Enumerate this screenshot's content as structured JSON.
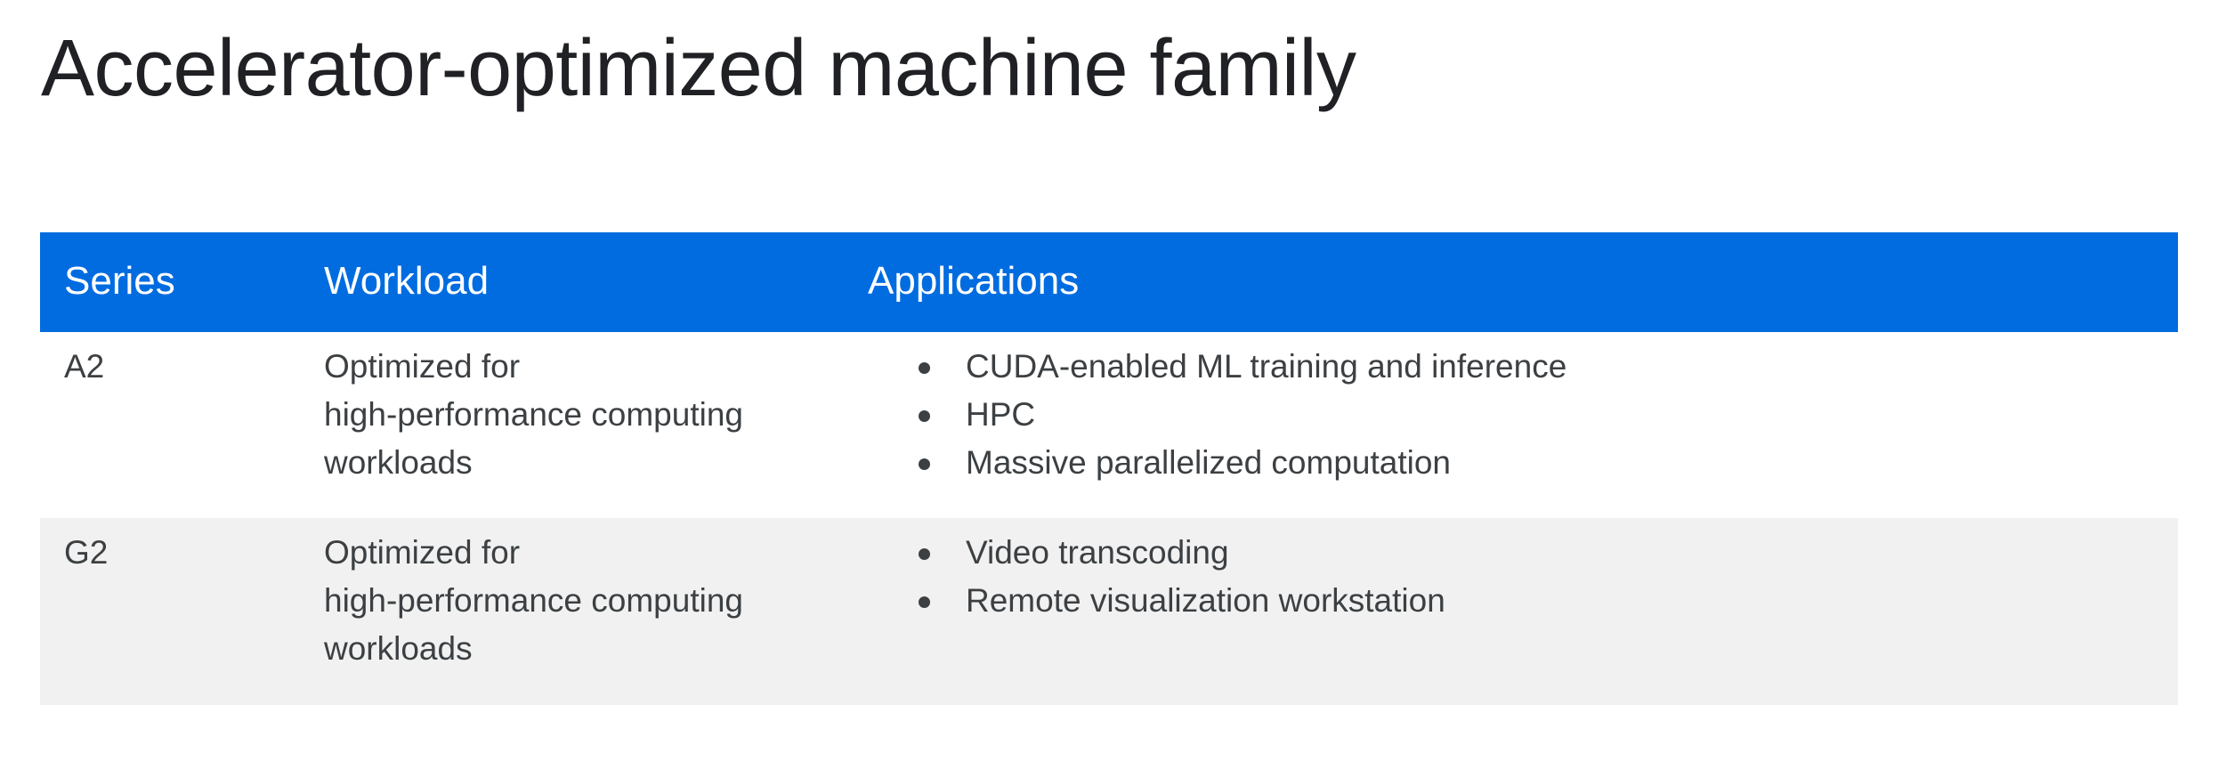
{
  "title": "Accelerator-optimized machine family",
  "table": {
    "headers": [
      "Series",
      "Workload",
      "Applications"
    ],
    "rows": [
      {
        "series": "A2",
        "workload": [
          "Optimized for",
          "high-performance computing",
          "workloads"
        ],
        "applications": [
          "CUDA-enabled ML training and inference",
          "HPC",
          "Massive parallelized computation"
        ]
      },
      {
        "series": "G2",
        "workload": [
          "Optimized for",
          "high-performance computing",
          "workloads"
        ],
        "applications": [
          "Video transcoding",
          "Remote visualization workstation"
        ]
      }
    ]
  },
  "colors": {
    "header_bg": "#006ce0",
    "alt_row_bg": "#f1f1f1"
  }
}
